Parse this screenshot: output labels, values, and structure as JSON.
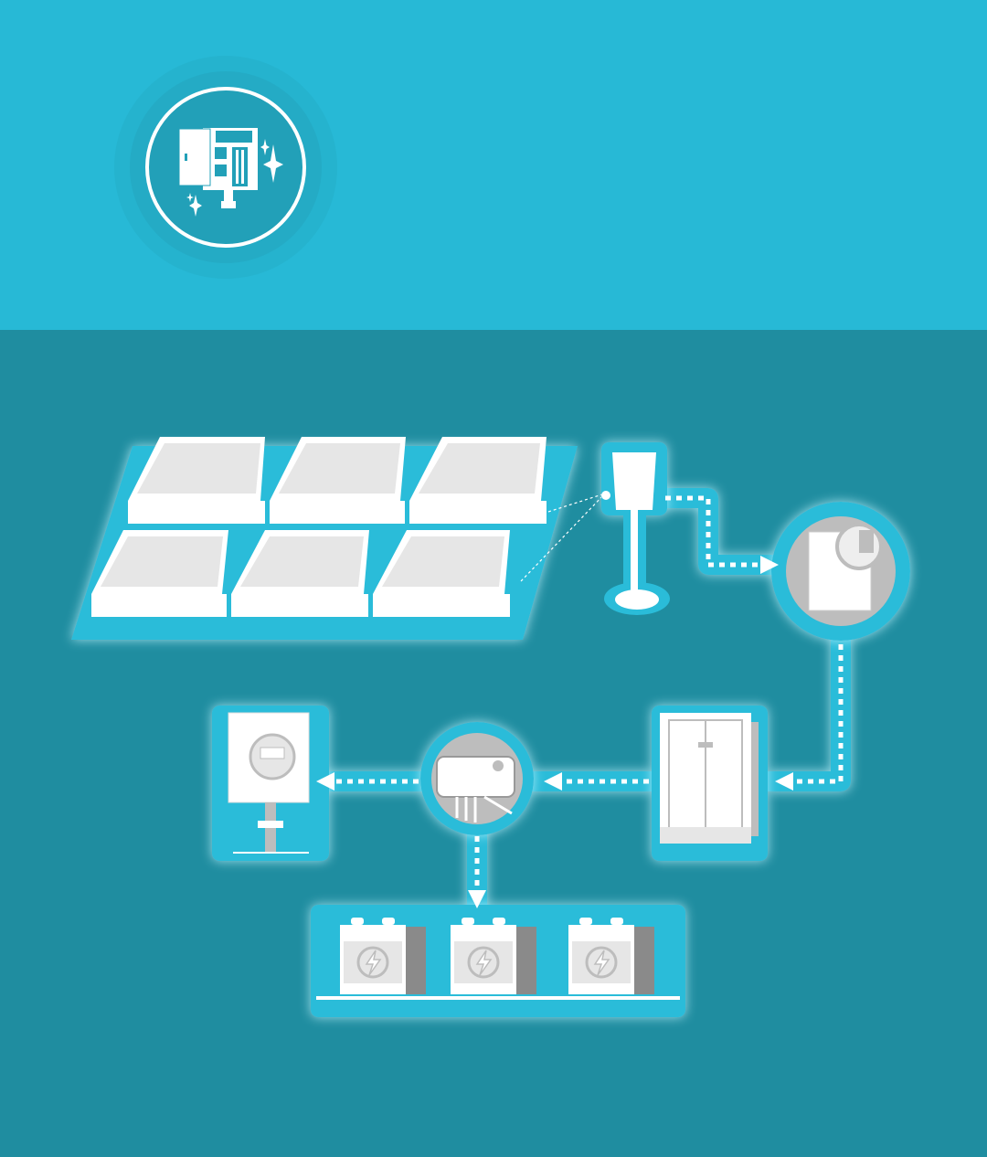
{
  "colors": {
    "header_bg": "#27b9d6",
    "body_bg": "#1f8da0",
    "panel_glow": "#2abcd9",
    "white": "#ffffff",
    "gray": "#bdbdbd",
    "dark_gray": "#8a8a8a"
  },
  "diagram": {
    "header_icon": "combiner-box-sparkle-icon",
    "flow": [
      "solar-array",
      "combiner-box",
      "inverter",
      "distribution-panel",
      "charge-controller",
      "utility-meter",
      "battery-bank"
    ]
  }
}
